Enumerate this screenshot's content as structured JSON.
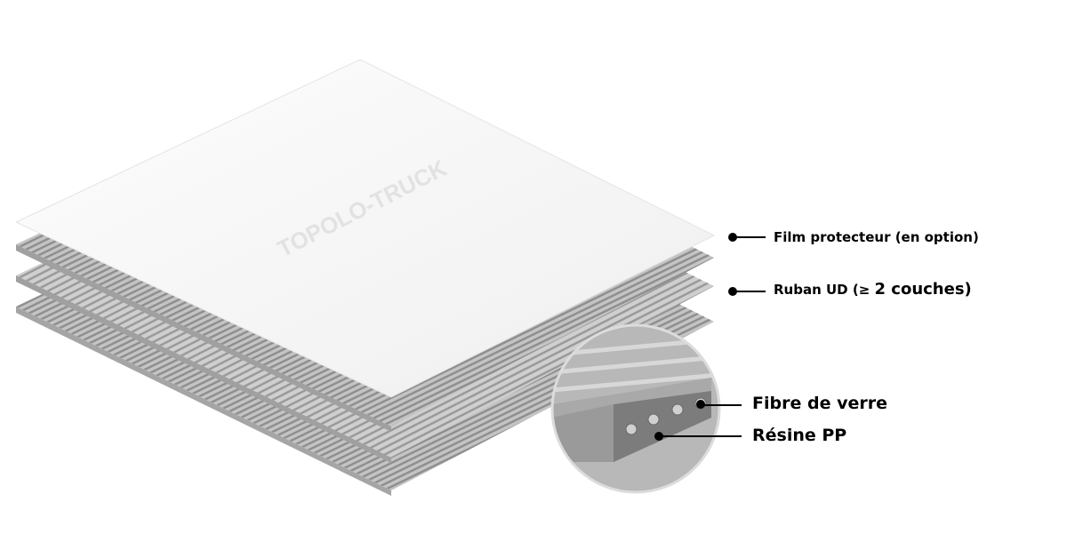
{
  "diagram": {
    "watermark": "TOPOLO-TRUCK",
    "labels": {
      "film": "Film protecteur (en option)",
      "ruban_prefix": "Ruban UD (≥ ",
      "ruban_suffix": "2 couches)",
      "fibre": "Fibre de verre",
      "resine": "Résine PP"
    },
    "colors": {
      "sheet": "#f7f7f7",
      "layer": "#b9b9b9",
      "rib": "#8e8e8e",
      "block": "#8a8a8a"
    }
  }
}
